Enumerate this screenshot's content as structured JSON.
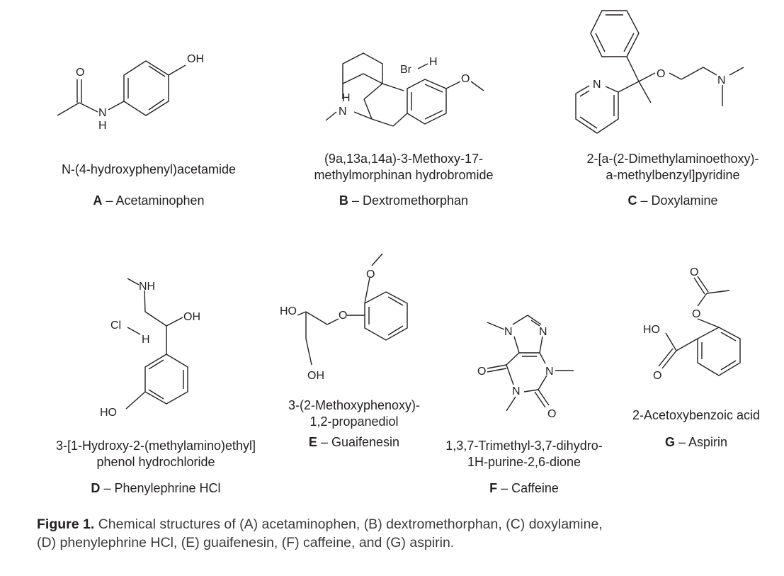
{
  "compounds": [
    {
      "letter": "A",
      "common": "Acetaminophen",
      "iupac": [
        "N-(4-hydroxyphenyl)acetamide"
      ],
      "atoms": {
        "oh": "OH",
        "o": "O",
        "n": "N",
        "h": "H"
      }
    },
    {
      "letter": "B",
      "common": "Dextromethorphan",
      "iupac": [
        "(9a,13a,14a)-3-Methoxy-17-",
        "methylmorphinan hydrobromide"
      ],
      "atoms": {
        "br": "Br",
        "brh": "H",
        "o": "O",
        "h": "H",
        "n": "N"
      }
    },
    {
      "letter": "C",
      "common": "Doxylamine",
      "iupac": [
        "2-[a-(2-Dimethylaminoethoxy)-",
        "a-methylbenzyl]pyridine"
      ],
      "atoms": {
        "npy": "N",
        "o": "O",
        "n": "N"
      }
    },
    {
      "letter": "D",
      "common": "Phenylephrine HCl",
      "iupac": [
        "3-[1-Hydroxy-2-(methylamino)ethyl]",
        "phenol hydrochloride"
      ],
      "atoms": {
        "nh": "NH",
        "oh": "OH",
        "cl": "Cl",
        "h": "H",
        "ho": "HO"
      }
    },
    {
      "letter": "E",
      "common": "Guaifenesin",
      "iupac": [
        "3-(2-Methoxyphenoxy)-",
        "1,2-propanediol"
      ],
      "atoms": {
        "ome": "O",
        "o": "O",
        "ho": "HO",
        "oh": "OH"
      }
    },
    {
      "letter": "F",
      "common": "Caffeine",
      "iupac": [
        "1,3,7-Trimethyl-3,7-dihydro-",
        "1H-purine-2,6-dione"
      ],
      "atoms": {
        "n7": "N",
        "n9": "N",
        "o6": "O",
        "n1": "N",
        "n3": "N",
        "o2": "O"
      }
    },
    {
      "letter": "G",
      "common": "Aspirin",
      "iupac": [
        "2-Acetoxybenzoic acid"
      ],
      "atoms": {
        "oc": "O",
        "oe": "O",
        "ho": "HO",
        "o": "O"
      }
    }
  ],
  "dash": "–",
  "caption": {
    "label": "Figure 1.",
    "text": " Chemical structures of (A) acetaminophen, (B) dextromethorphan, (C) doxylamine,",
    "text2": "(D) phenylephrine HCl, (E) guaifenesin, (F) caffeine, and (G) aspirin."
  }
}
